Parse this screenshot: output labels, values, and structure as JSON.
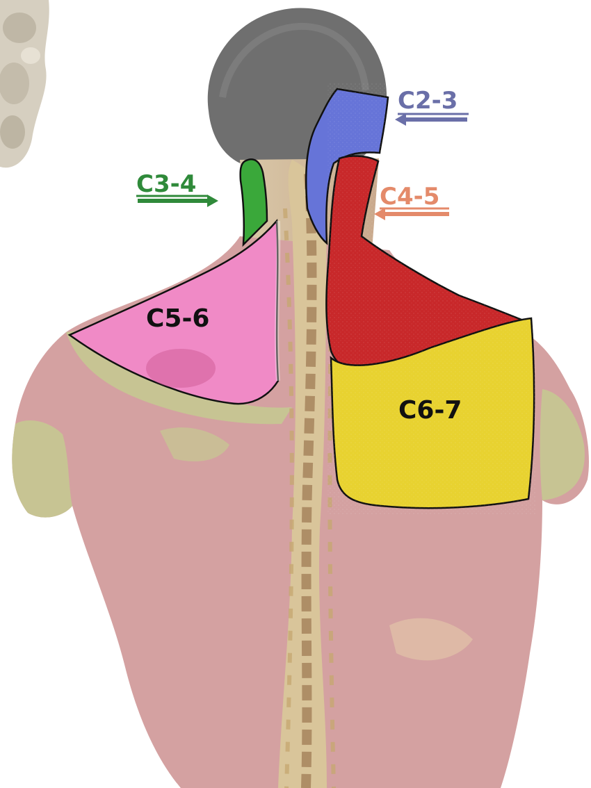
{
  "labels": {
    "c2_3": "C2-3",
    "c3_4": "C3-4",
    "c4_5": "C4-5",
    "c5_6": "C5-6",
    "c6_7": "C6-7"
  },
  "colors": {
    "c2_3": "#6674d8",
    "c2_3_label": "#6a6fa8",
    "c3_4": "#3aa83a",
    "c3_4_label": "#2f8a3a",
    "c4_5": "#c8282a",
    "c4_5_label": "#e48a6a",
    "c5_6": "#f08ac6",
    "c6_7": "#e8d230",
    "skin": "#d4a1a1",
    "skin_light": "#c7c493",
    "spine": "#d9c59a",
    "hair": "#6f6f6f",
    "outline": "#111111"
  }
}
